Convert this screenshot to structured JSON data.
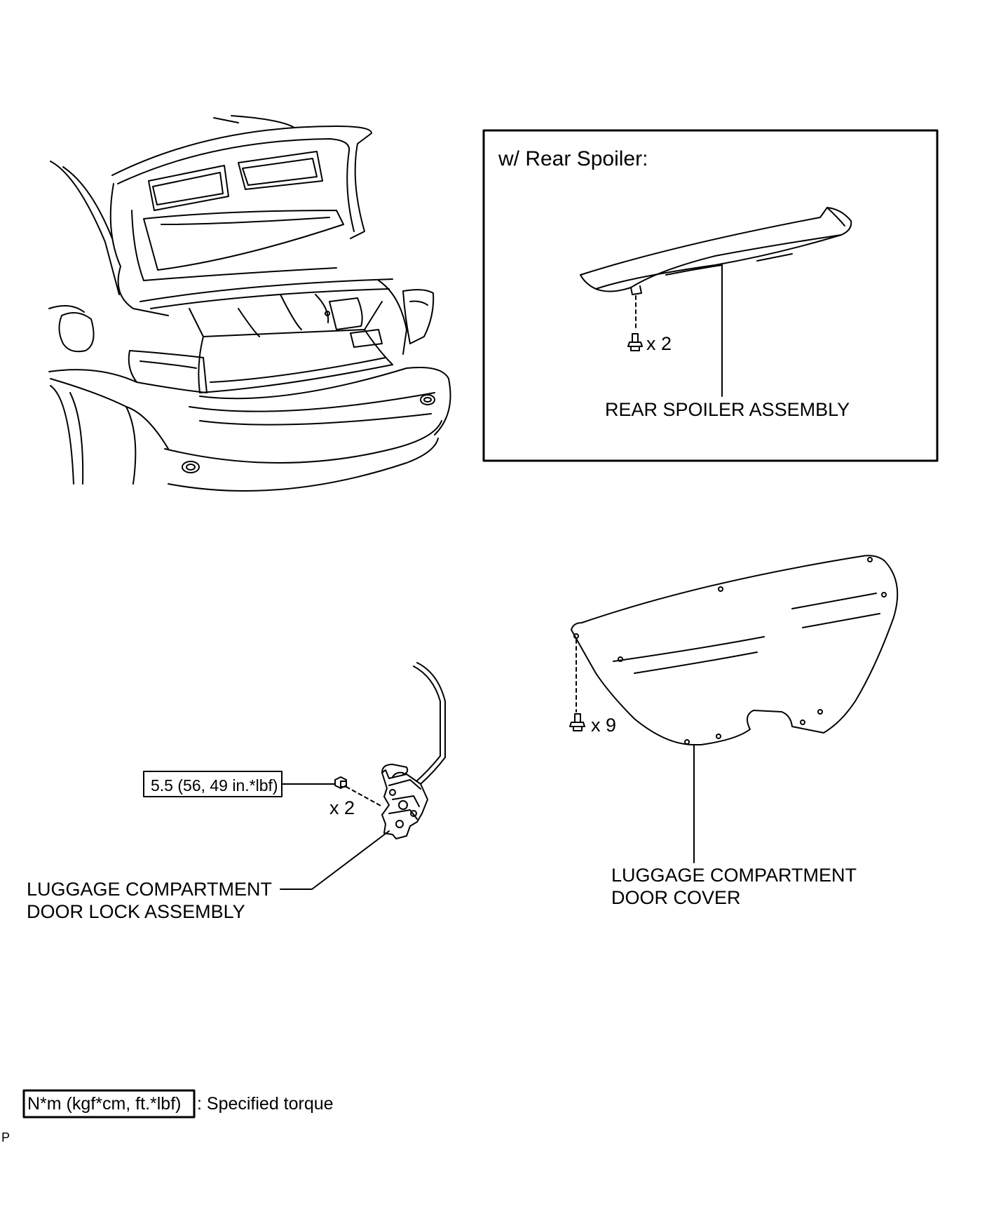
{
  "spoiler_box": {
    "title": "w/ Rear Spoiler:",
    "part_label": "REAR SPOILER ASSEMBLY",
    "fastener_qty": "x 2"
  },
  "door_cover": {
    "label_line1": "LUGGAGE COMPARTMENT",
    "label_line2": "DOOR COVER",
    "fastener_qty": "x 9"
  },
  "door_lock": {
    "label_line1": "LUGGAGE COMPARTMENT",
    "label_line2": "DOOR LOCK ASSEMBLY",
    "fastener_qty": "x 2",
    "torque_spec": "5.5 (56, 49 in.*lbf)"
  },
  "legend": {
    "torque_unit": "N*m (kgf*cm, ft.*lbf)",
    "torque_desc": ": Specified torque"
  },
  "corner_mark": "P"
}
